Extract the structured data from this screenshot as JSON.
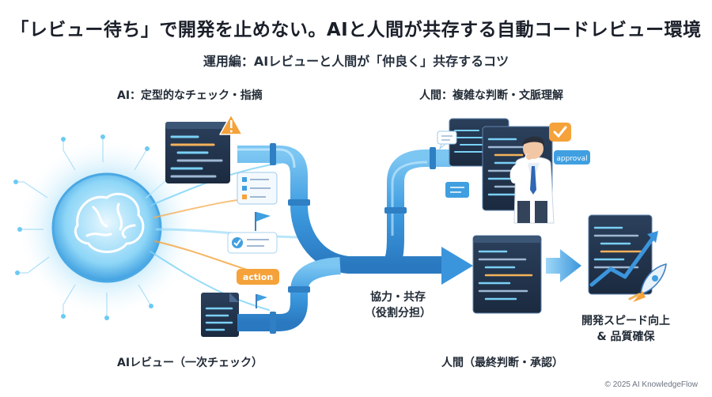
{
  "header": {
    "title": "「レビュー待ち」で開発を止めない。AIと人間が共存する自動コードレビュー環境",
    "subtitle": "運用編：AIレビューと人間が「仲良く」共存するコツ"
  },
  "labels": {
    "ai_top": "AI：定型的なチェック・指摘",
    "human_top": "人間：複雑な判断・文脈理解",
    "ai_bottom": "AIレビュー（一次チェック）",
    "human_bottom": "人間（最終判断・承認）",
    "collab_line1": "協力・共存",
    "collab_line2": "（役割分担）",
    "speed_line1": "開発スピード向上",
    "speed_line2": "& 品質確保"
  },
  "tags": {
    "action": "action",
    "approval": "approval"
  },
  "footer": {
    "copyright": "© 2025 AI KnowledgeFlow"
  },
  "colors": {
    "pipe": "#4da9e8",
    "pipe_dark": "#2f7fc4",
    "code_panel": "#22344d",
    "accent_orange": "#f5a23a",
    "brain_glow": "#5fc0f0"
  }
}
